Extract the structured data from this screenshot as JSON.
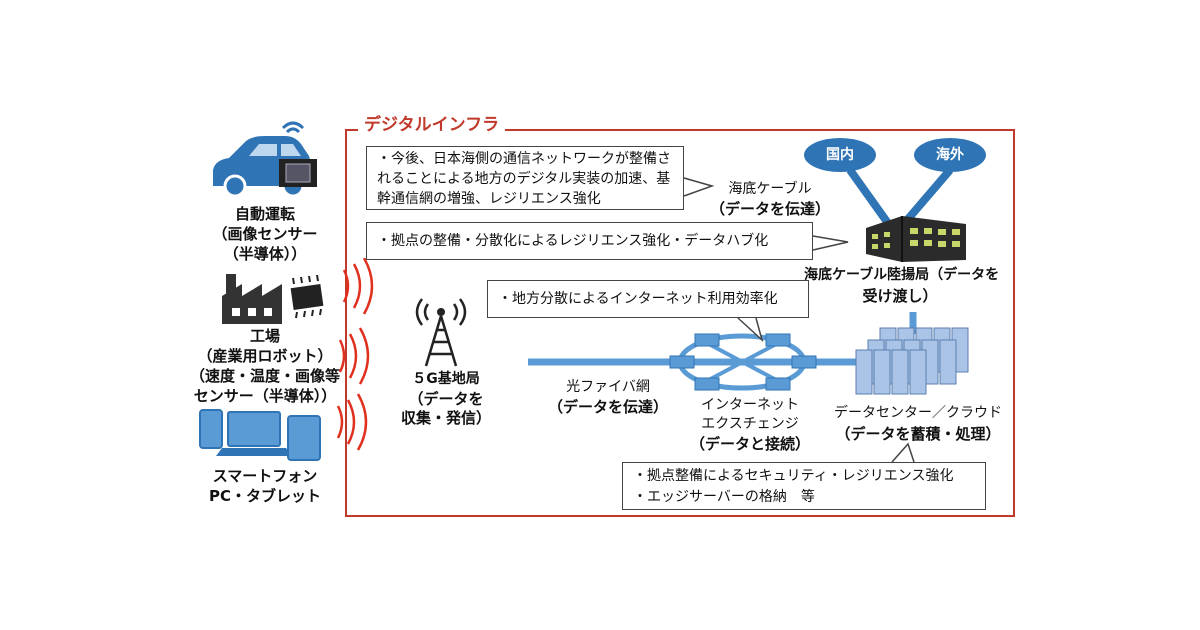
{
  "frame": {
    "title": "デジタルインフラ",
    "accent": "#c0392b"
  },
  "devices": {
    "car": {
      "title": "自動運転",
      "sub1": "（画像センサー",
      "sub2": "（半導体））"
    },
    "factory": {
      "title": "工場",
      "sub1": "（産業用ロボット）",
      "sub2": "（速度・温度・画像等",
      "sub3": "センサー（半導体））"
    },
    "mobile": {
      "title1": "スマートフォン",
      "title2": "PC・タブレット"
    }
  },
  "base_station": {
    "line1": "５G基地局",
    "line2": "（データを",
    "line3": "収集・発信）"
  },
  "callouts": {
    "c1": {
      "line1": "・今後、日本海側の通信ネットワークが整備さ",
      "line2": "れることによる地方のデジタル実装の加速、基",
      "line3": "幹通信網の増強、レジリエンス強化"
    },
    "c2": {
      "line1": "・拠点の整備・分散化によるレジリエンス強化・データハブ化"
    },
    "c3": {
      "line1": "・地方分散によるインターネット利用効率化"
    },
    "c4": {
      "line1": "・拠点整備によるセキュリティ・レジリエンス強化",
      "line2": "・エッジサーバーの格納　等"
    }
  },
  "submarine": {
    "label1": "海底ケーブル",
    "label2": "（データを伝達）",
    "domestic": "国内",
    "overseas": "海外"
  },
  "landing_station": {
    "line1": "海底ケーブル陸揚局（データを",
    "line2": "受け渡し）"
  },
  "fiber": {
    "line1": "光ファイバ網",
    "line2": "（データを伝達）"
  },
  "ix": {
    "line1": "インターネット",
    "line2": "エクスチェンジ",
    "line3": "（データと接続）"
  },
  "datacenter": {
    "line1": "データセンター／クラウド",
    "line2": "（データを蓄積・処理）"
  },
  "colors": {
    "blue": "#2f74b5",
    "light_blue": "#5b9bd5",
    "signal": "#e0301e"
  }
}
